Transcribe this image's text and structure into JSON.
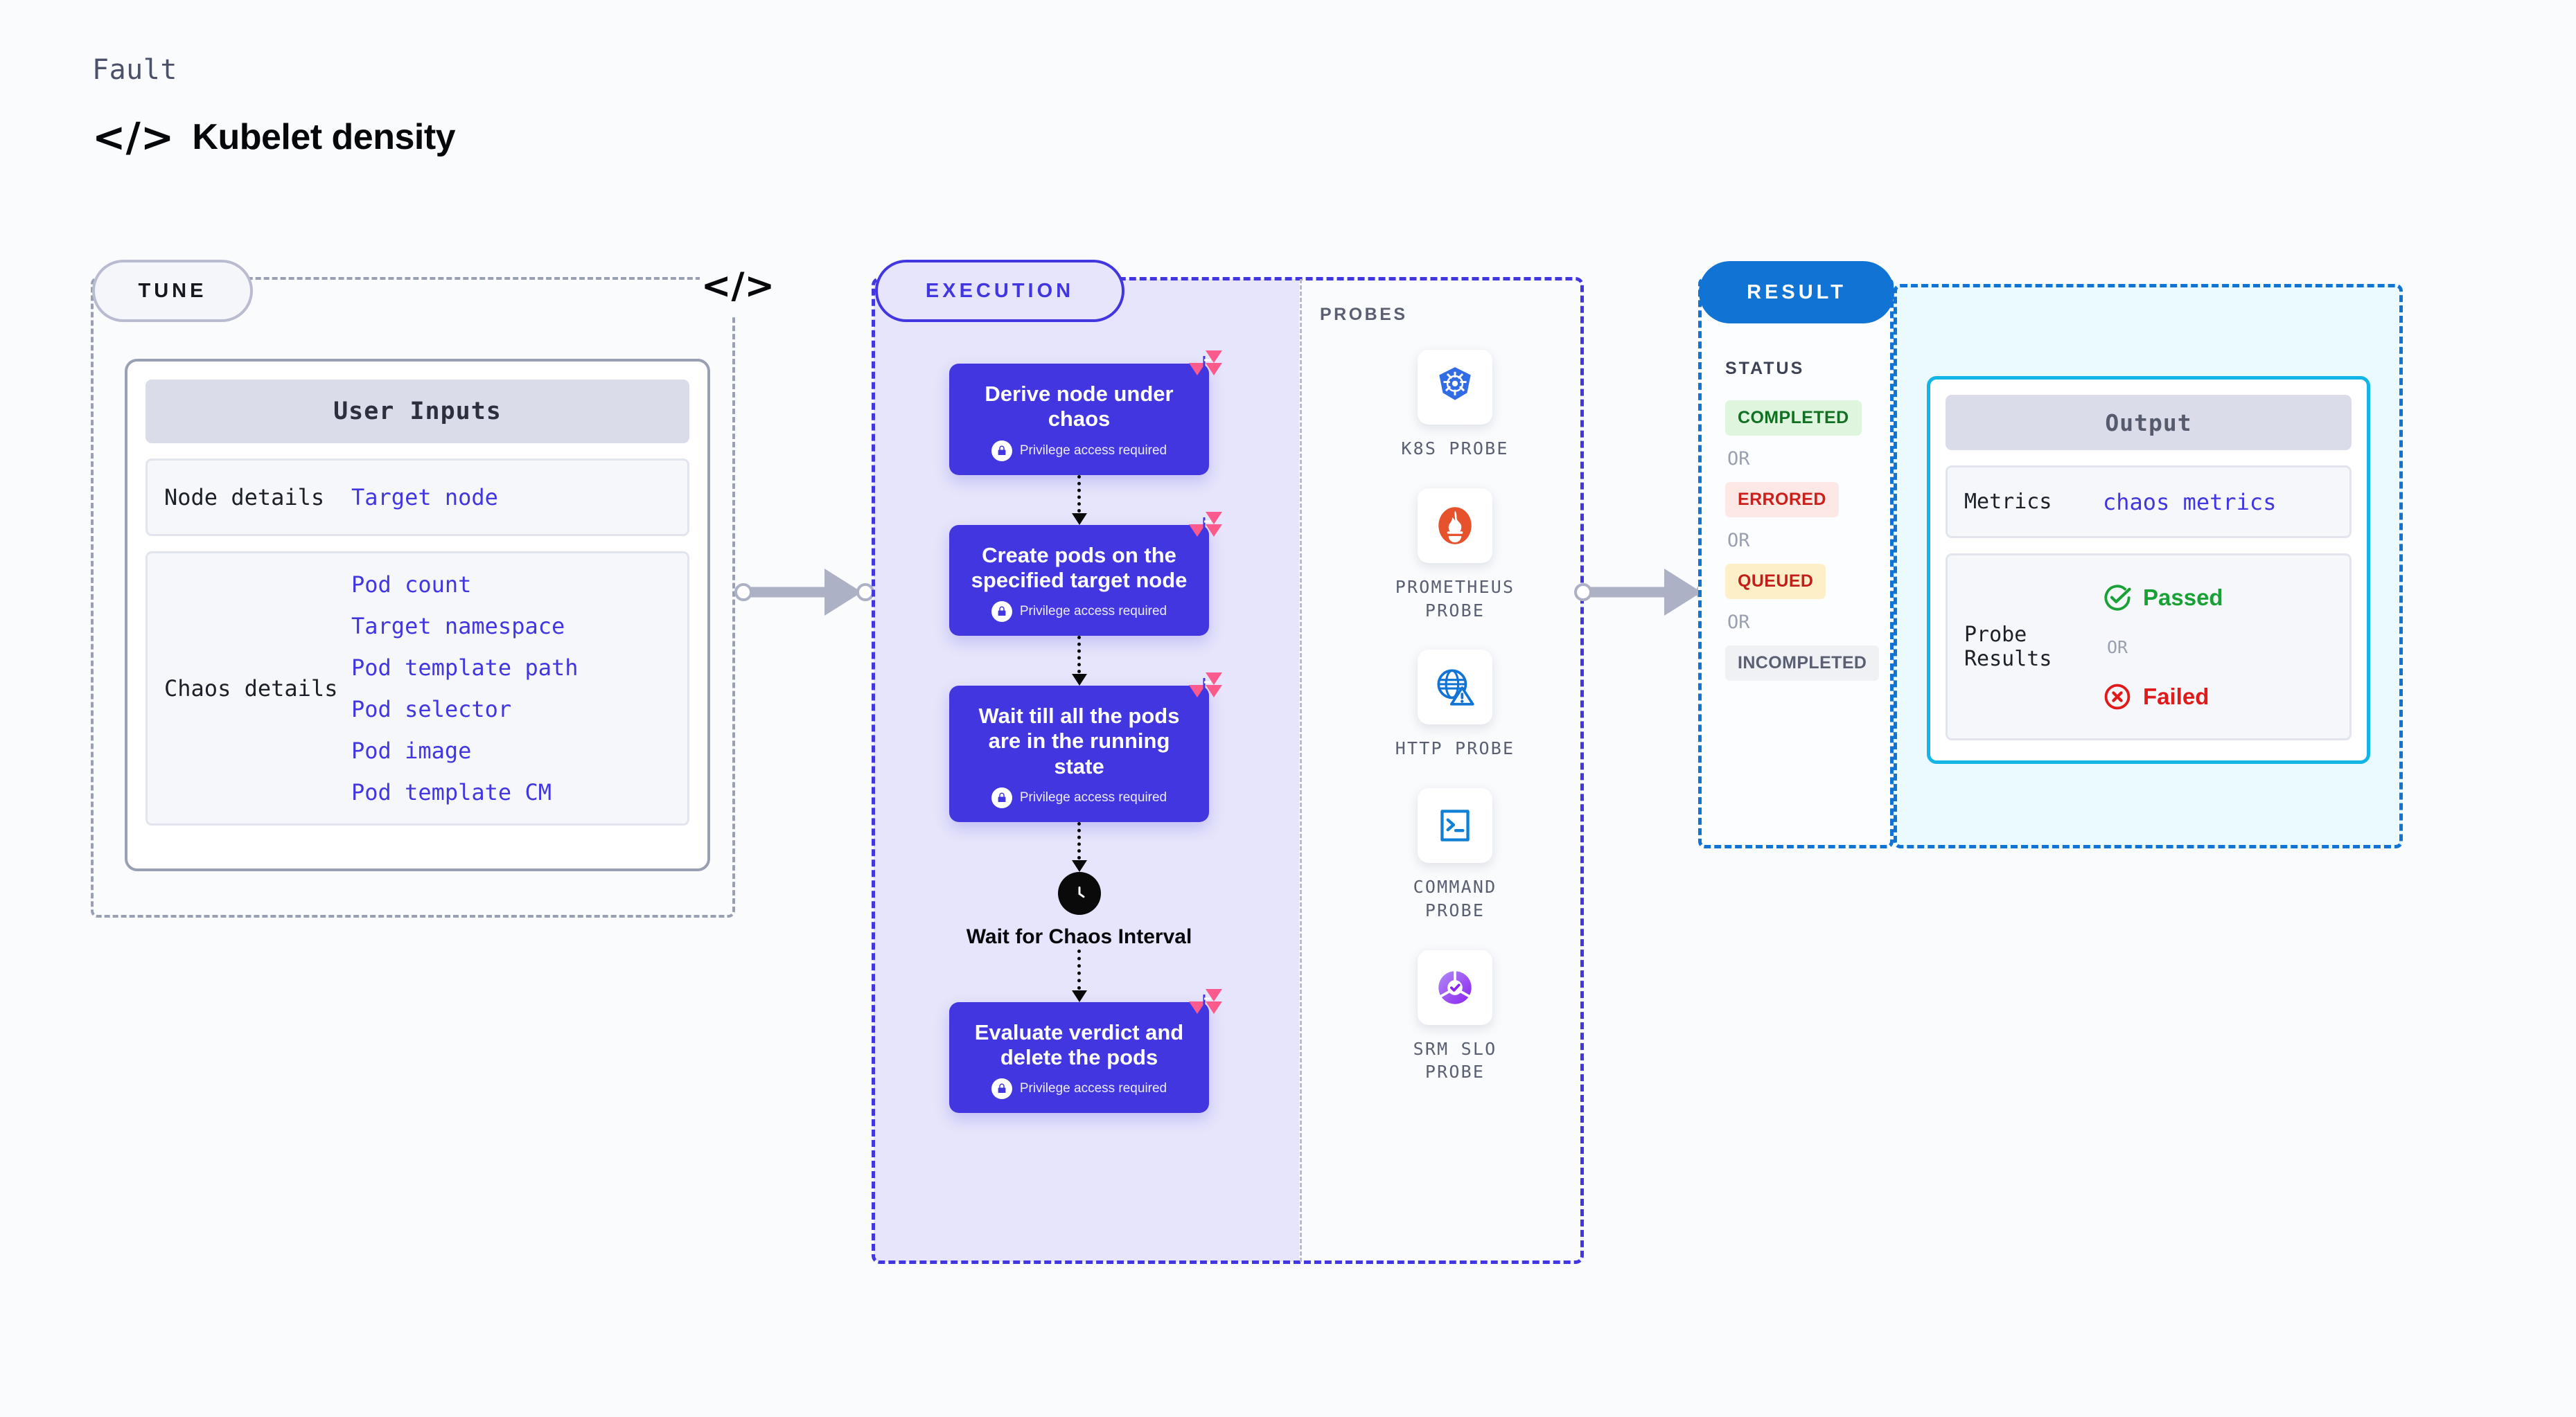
{
  "header": {
    "eyebrow": "Fault",
    "code_icon": "</>",
    "title": "Kubelet density"
  },
  "tune": {
    "badge": "TUNE",
    "card_title": "User Inputs",
    "rows": [
      {
        "label": "Node details",
        "values": [
          "Target node"
        ]
      },
      {
        "label": "Chaos details",
        "values": [
          "Pod count",
          "Target namespace",
          "Pod template path",
          "Pod selector",
          "Pod image",
          "Pod template CM"
        ]
      }
    ]
  },
  "execution": {
    "badge": "EXECUTION",
    "privilege_note": "Privilege access required",
    "steps": [
      {
        "title": "Derive node under chaos",
        "privileged": true
      },
      {
        "title": "Create pods on the specified target node",
        "privileged": true
      },
      {
        "title": "Wait till all the pods are in the running state",
        "privileged": true
      }
    ],
    "wait": {
      "label": "Wait for Chaos Interval",
      "icon": "clock-icon"
    },
    "final_step": {
      "title": "Evaluate verdict and delete the pods",
      "privileged": true
    }
  },
  "probes": {
    "label": "PROBES",
    "items": [
      {
        "name": "K8S PROBE",
        "icon": "kubernetes-helm-icon",
        "color": "#326ce5"
      },
      {
        "name": "PROMETHEUS PROBE",
        "icon": "prometheus-flame-icon",
        "color": "#e6522c"
      },
      {
        "name": "HTTP PROBE",
        "icon": "globe-warning-icon",
        "color": "#1173d4"
      },
      {
        "name": "COMMAND PROBE",
        "icon": "terminal-icon",
        "color": "#1080d6"
      },
      {
        "name": "SRM SLO PROBE",
        "icon": "slo-donut-check-icon",
        "color": "#9333ea"
      }
    ]
  },
  "result": {
    "badge": "RESULT",
    "status_label": "STATUS",
    "or_label": "OR",
    "statuses": [
      {
        "text": "COMPLETED",
        "bg": "#dff5de",
        "fg": "#117022"
      },
      {
        "text": "ERRORED",
        "bg": "#fde8e6",
        "fg": "#cc1f1a"
      },
      {
        "text": "QUEUED",
        "bg": "#fdf0c8",
        "fg": "#c21f1a"
      },
      {
        "text": "INCOMPLETED",
        "bg": "#f0f1f5",
        "fg": "#5a6072"
      }
    ],
    "output": {
      "title": "Output",
      "metrics_label": "Metrics",
      "metrics_value": "chaos metrics",
      "probe_label": "Probe Results",
      "passed": "Passed",
      "failed": "Failed",
      "or_label": "OR",
      "passed_color": "#1aa136",
      "failed_color": "#e01a1a"
    }
  },
  "colors": {
    "primary": "#4236e0",
    "result_blue": "#1173d4",
    "accent_cyan": "#12b5e5",
    "chaos_pink": "#fb5a8c",
    "background": "#f9fbfd"
  }
}
